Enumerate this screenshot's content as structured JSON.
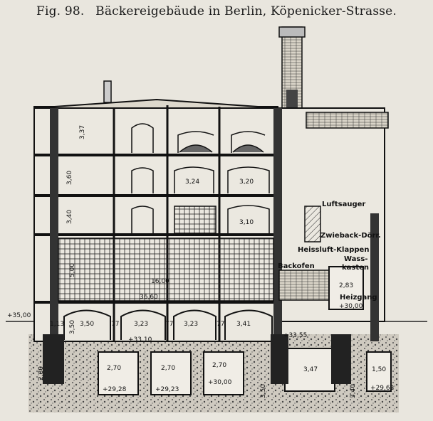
{
  "caption": {
    "figure": "Fig. 98.",
    "title": "Bäckereigebäude in Berlin, Köpenicker-Strasse."
  },
  "rooms": {
    "luftsauger": "Luftsauger",
    "zwieback": "Zwieback-Dörr.",
    "heissluft": "Heissluft-Klappen",
    "backofen": "Backofen",
    "wasserkasten_1": "Wass-",
    "wasserkasten_2": "kasten",
    "heizgang": "Heizgang"
  },
  "dimensions": {
    "floor_3_height": "3,37",
    "floor_2_height": "3,60",
    "floor_1_height": "3,40",
    "ground_height": "5,00",
    "basement_height": "3,50",
    "foundation_height": "2,80",
    "room_324": "3,24",
    "room_320": "3,20",
    "room_310": "3,10",
    "basement_350": "3,50",
    "basement_77a": "77",
    "basement_323a": "3,23",
    "basement_77b": "77",
    "basement_323b": "3,23",
    "basement_77c": "77",
    "basement_341": "3,41",
    "pit_270a": "2,70",
    "pit_270b": "2,70",
    "pit_270c": "2,70",
    "right_350": "3,50",
    "right_347": "3,47",
    "right_340": "3,40",
    "right_150": "1,50",
    "oven_283": "2,83",
    "left_113": "1,13",
    "span_16": "16,00"
  },
  "levels": {
    "street": "+35,00",
    "basement_floor": "+33,10",
    "ground_floor": "36,60",
    "yard": "+33,55",
    "pit_a": "+29,28",
    "pit_b": "+29,23",
    "pit_c": "+30,00",
    "heizgang_level": "+30,00",
    "right_pit": "+29,62"
  }
}
